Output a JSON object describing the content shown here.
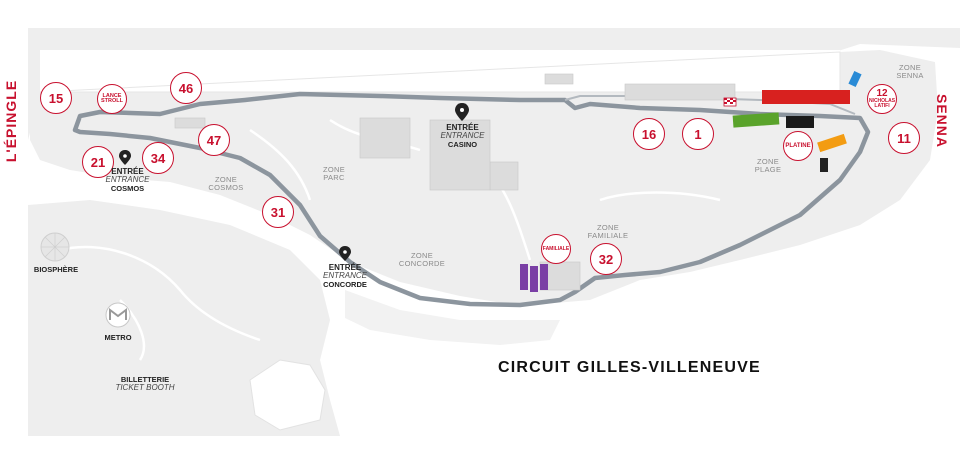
{
  "title": "CIRCUIT GILLES-VILLENEUVE",
  "side_labels": {
    "left": "L'ÉPINGLE",
    "right": "SENNA"
  },
  "grandstands": [
    {
      "id": "15",
      "label": "15"
    },
    {
      "id": "lance-stroll",
      "line1": "LANCE",
      "line2": "STROLL"
    },
    {
      "id": "46",
      "label": "46"
    },
    {
      "id": "47",
      "label": "47"
    },
    {
      "id": "21",
      "label": "21"
    },
    {
      "id": "34",
      "label": "34"
    },
    {
      "id": "31",
      "label": "31"
    },
    {
      "id": "familiale",
      "label": "FAMILIALE"
    },
    {
      "id": "32",
      "label": "32"
    },
    {
      "id": "16",
      "label": "16"
    },
    {
      "id": "1",
      "label": "1"
    },
    {
      "id": "platine",
      "label": "PLATINE"
    },
    {
      "id": "12",
      "label": "12",
      "sub1": "NICHOLAS",
      "sub2": "LATIFI"
    },
    {
      "id": "11",
      "label": "11"
    }
  ],
  "entrances": [
    {
      "id": "casino",
      "line1": "ENTRÉE",
      "line2": "ENTRANCE",
      "line3": "CASINO"
    },
    {
      "id": "cosmos",
      "line1": "ENTRÉE",
      "line2": "ENTRANCE",
      "line3": "COSMOS"
    },
    {
      "id": "concorde",
      "line1": "ENTRÉE",
      "line2": "ENTRANCE",
      "line3": "CONCORDE"
    }
  ],
  "zones": [
    {
      "id": "senna",
      "line1": "ZONE",
      "line2": "SENNA"
    },
    {
      "id": "plage",
      "line1": "ZONE",
      "line2": "PLAGE"
    },
    {
      "id": "parc",
      "line1": "ZONE",
      "line2": "PARC"
    },
    {
      "id": "cosmos",
      "line1": "ZONE",
      "line2": "COSMOS"
    },
    {
      "id": "concorde",
      "line1": "ZONE",
      "line2": "CONCORDE"
    },
    {
      "id": "familiale",
      "line1": "ZONE",
      "line2": "FAMILIALE"
    }
  ],
  "landmarks": {
    "biosphere": "BIOSPHÈRE",
    "metro": "METRO",
    "metro_symbol": "M",
    "billetterie": "BILLETTERIE",
    "ticket_booth": "TICKET BOOTH"
  },
  "colors": {
    "accent_red": "#c8102e",
    "track": "#8c959e",
    "land": "#eeeeee",
    "water_bg": "#ffffff",
    "grandstand_red": "#d8211f",
    "grandstand_green": "#5aa32b",
    "grandstand_black": "#1a1a1a",
    "grandstand_orange": "#f39c12",
    "grandstand_blue": "#2a8bd6",
    "familiale_purple": "#7a3fa5"
  }
}
